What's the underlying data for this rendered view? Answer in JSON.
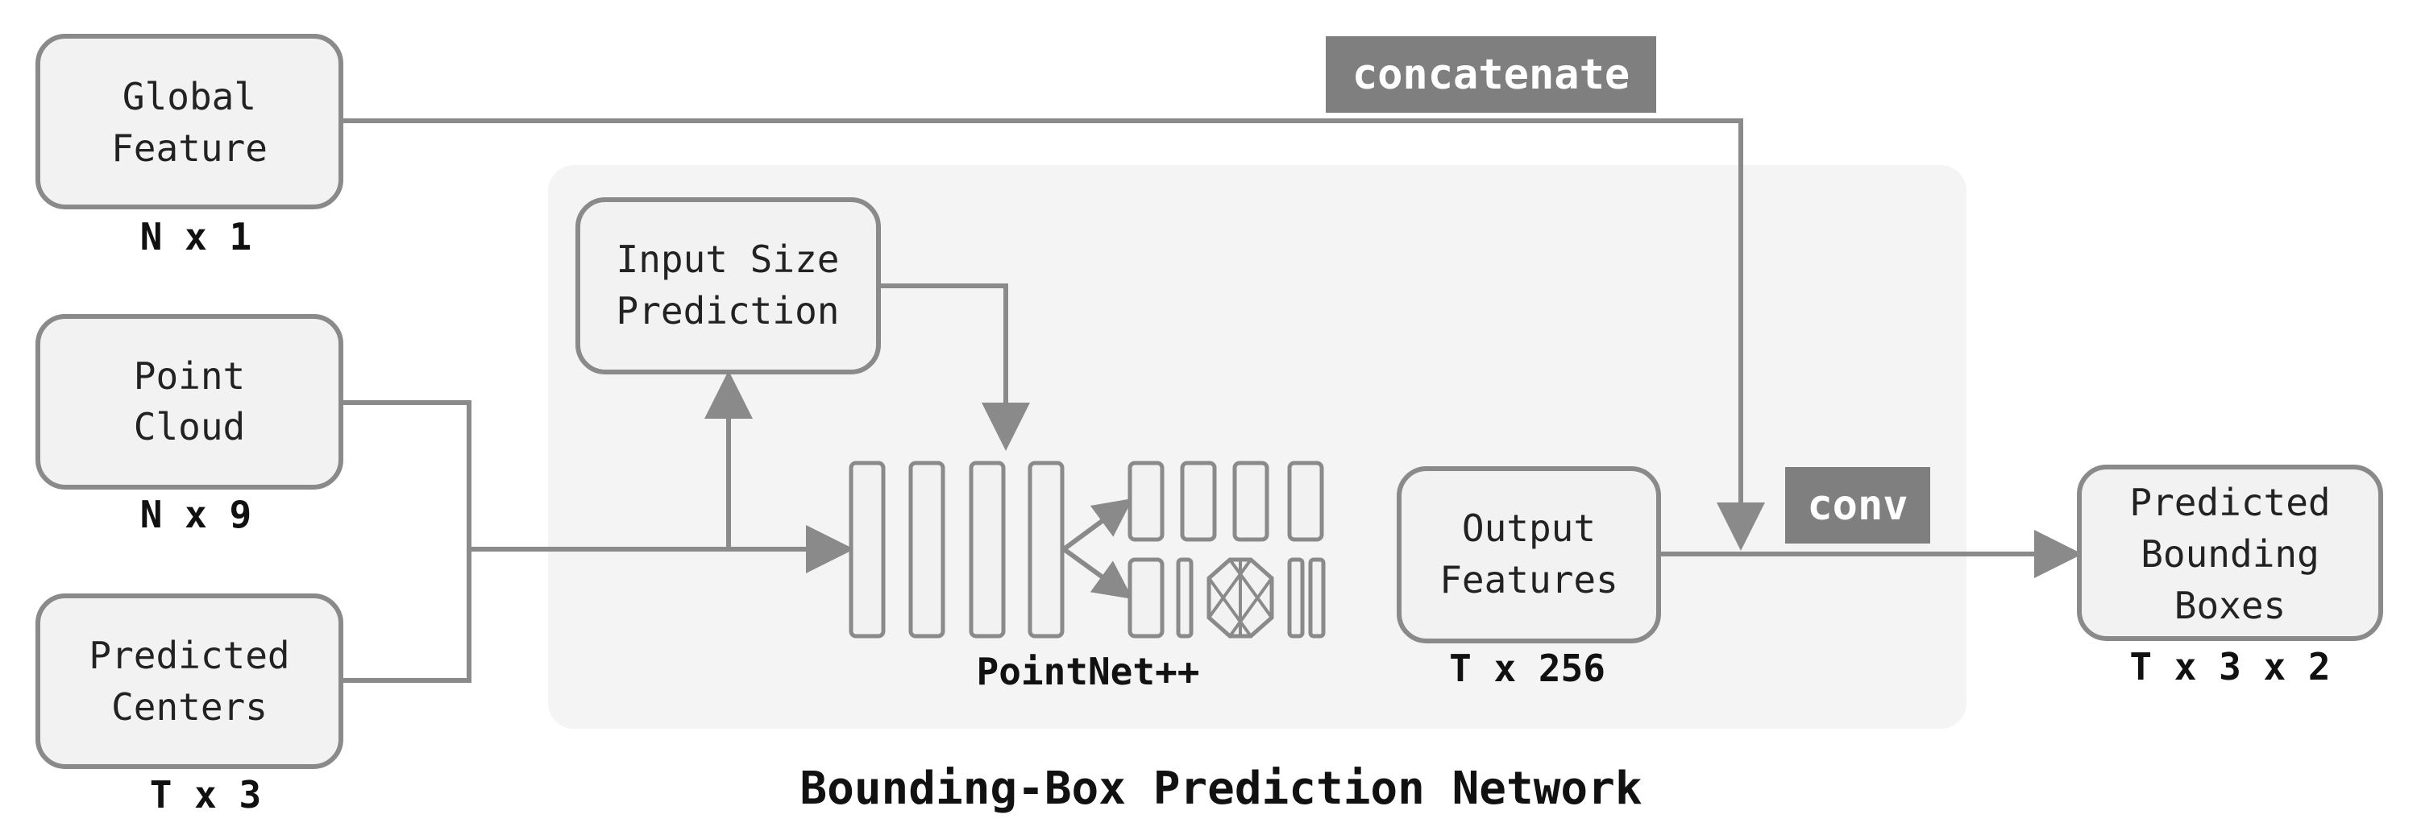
{
  "nodes": {
    "global_feature": {
      "line1": "Global",
      "line2": "Feature",
      "dim": "N x 1"
    },
    "point_cloud": {
      "line1": "Point",
      "line2": "Cloud",
      "dim": "N x 9"
    },
    "predicted_centers": {
      "line1": "Predicted",
      "line2": "Centers",
      "dim": "T x 3"
    },
    "input_size_prediction": {
      "line1": "Input Size",
      "line2": "Prediction"
    },
    "output_features": {
      "line1": "Output",
      "line2": "Features",
      "dim": "T x 256"
    },
    "predicted_boxes": {
      "line1": "Predicted",
      "line2": "Bounding",
      "line3": "Boxes",
      "dim": "T x 3 x 2"
    }
  },
  "network": {
    "label": "PointNet++",
    "title": "Bounding-Box Prediction Network"
  },
  "tags": {
    "concatenate": "concatenate",
    "conv": "conv"
  },
  "colors": {
    "stroke": "#8a8a8a",
    "box_fill": "#f2f2f2",
    "panel_fill": "#f4f4f4",
    "tag_fill": "#7f7f7f"
  }
}
